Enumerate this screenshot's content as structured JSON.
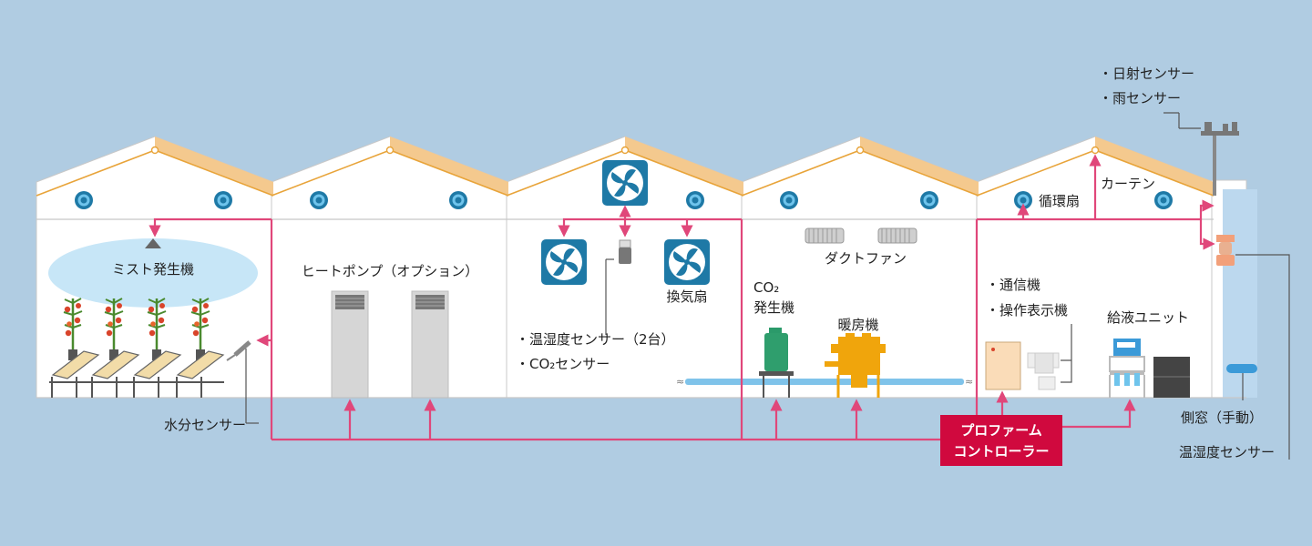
{
  "colors": {
    "background": "#b0cce2",
    "wall": "#ffffff",
    "roof_line": "#e8a43a",
    "network": "#e0477a",
    "controller": "#d0093e",
    "fan": "#1e79a6",
    "pipe": "#7fc3ea"
  },
  "labels": {
    "mist": "ミスト発生機",
    "moisture_sensor": "水分センサー",
    "heat_pump": "ヒートポンプ（オプション）",
    "temp_humidity_sensors": "・温湿度センサー（2台）",
    "co2_sensor": "・CO₂センサー",
    "ventilation_fan": "換気扇",
    "duct_fan": "ダクトファン",
    "co2_generator_1": "CO₂",
    "co2_generator_2": "発生機",
    "heater": "暖房機",
    "circulation_fan": "循環扇",
    "curtain": "カーテン",
    "comm_unit": "・通信機",
    "control_display": "・操作表示機",
    "fertigation_unit": "給液ユニット",
    "solar_sensor": "・日射センサー",
    "rain_sensor": "・雨センサー",
    "side_window": "側窓（手動）",
    "outdoor_temp_humidity_sensor": "温湿度センサー"
  },
  "controller": {
    "line1": "プロファーム",
    "line2": "コントローラー"
  }
}
